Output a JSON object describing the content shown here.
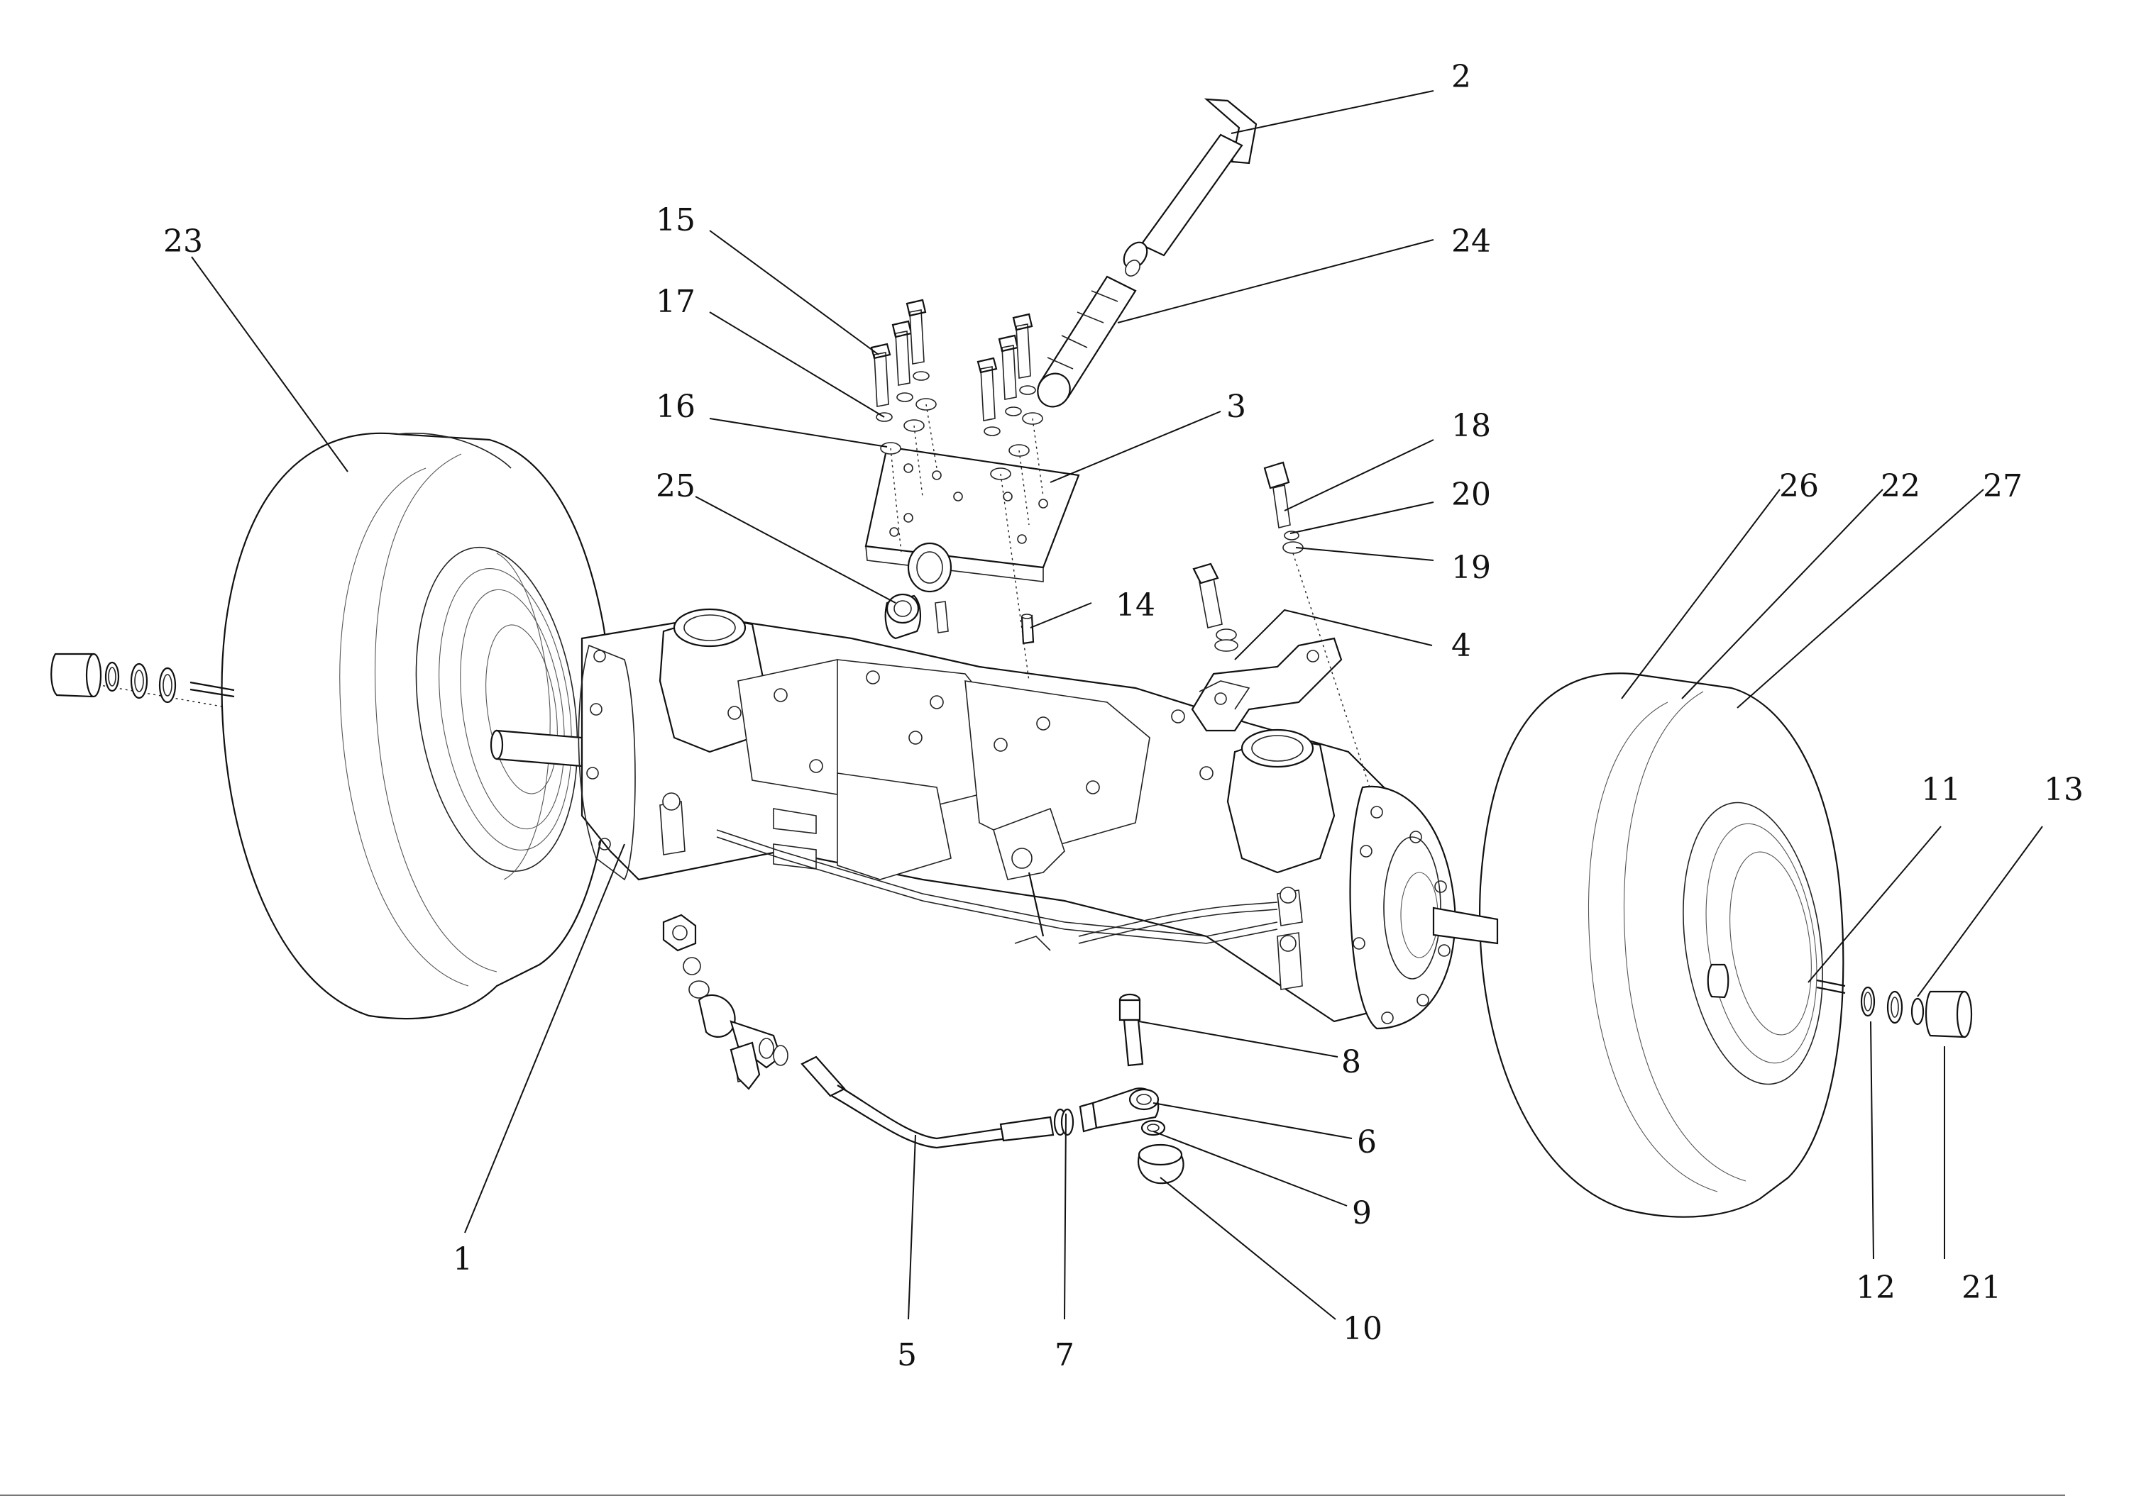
{
  "diagram": {
    "type": "exploded-parts-diagram",
    "callouts": [
      {
        "id": "c1",
        "label": "1"
      },
      {
        "id": "c2",
        "label": "2"
      },
      {
        "id": "c3",
        "label": "3"
      },
      {
        "id": "c4",
        "label": "4"
      },
      {
        "id": "c5",
        "label": "5"
      },
      {
        "id": "c6",
        "label": "6"
      },
      {
        "id": "c7",
        "label": "7"
      },
      {
        "id": "c8",
        "label": "8"
      },
      {
        "id": "c9",
        "label": "9"
      },
      {
        "id": "c10",
        "label": "10"
      },
      {
        "id": "c11",
        "label": "11"
      },
      {
        "id": "c12",
        "label": "12"
      },
      {
        "id": "c13",
        "label": "13"
      },
      {
        "id": "c14",
        "label": "14"
      },
      {
        "id": "c15",
        "label": "15"
      },
      {
        "id": "c16",
        "label": "16"
      },
      {
        "id": "c17",
        "label": "17"
      },
      {
        "id": "c18",
        "label": "18"
      },
      {
        "id": "c19",
        "label": "19"
      },
      {
        "id": "c20",
        "label": "20"
      },
      {
        "id": "c21",
        "label": "21"
      },
      {
        "id": "c22",
        "label": "22"
      },
      {
        "id": "c23",
        "label": "23"
      },
      {
        "id": "c24",
        "label": "24"
      },
      {
        "id": "c25",
        "label": "25"
      },
      {
        "id": "c26",
        "label": "26"
      },
      {
        "id": "c27",
        "label": "27"
      }
    ],
    "line_color": "#111111",
    "background": "#ffffff"
  }
}
